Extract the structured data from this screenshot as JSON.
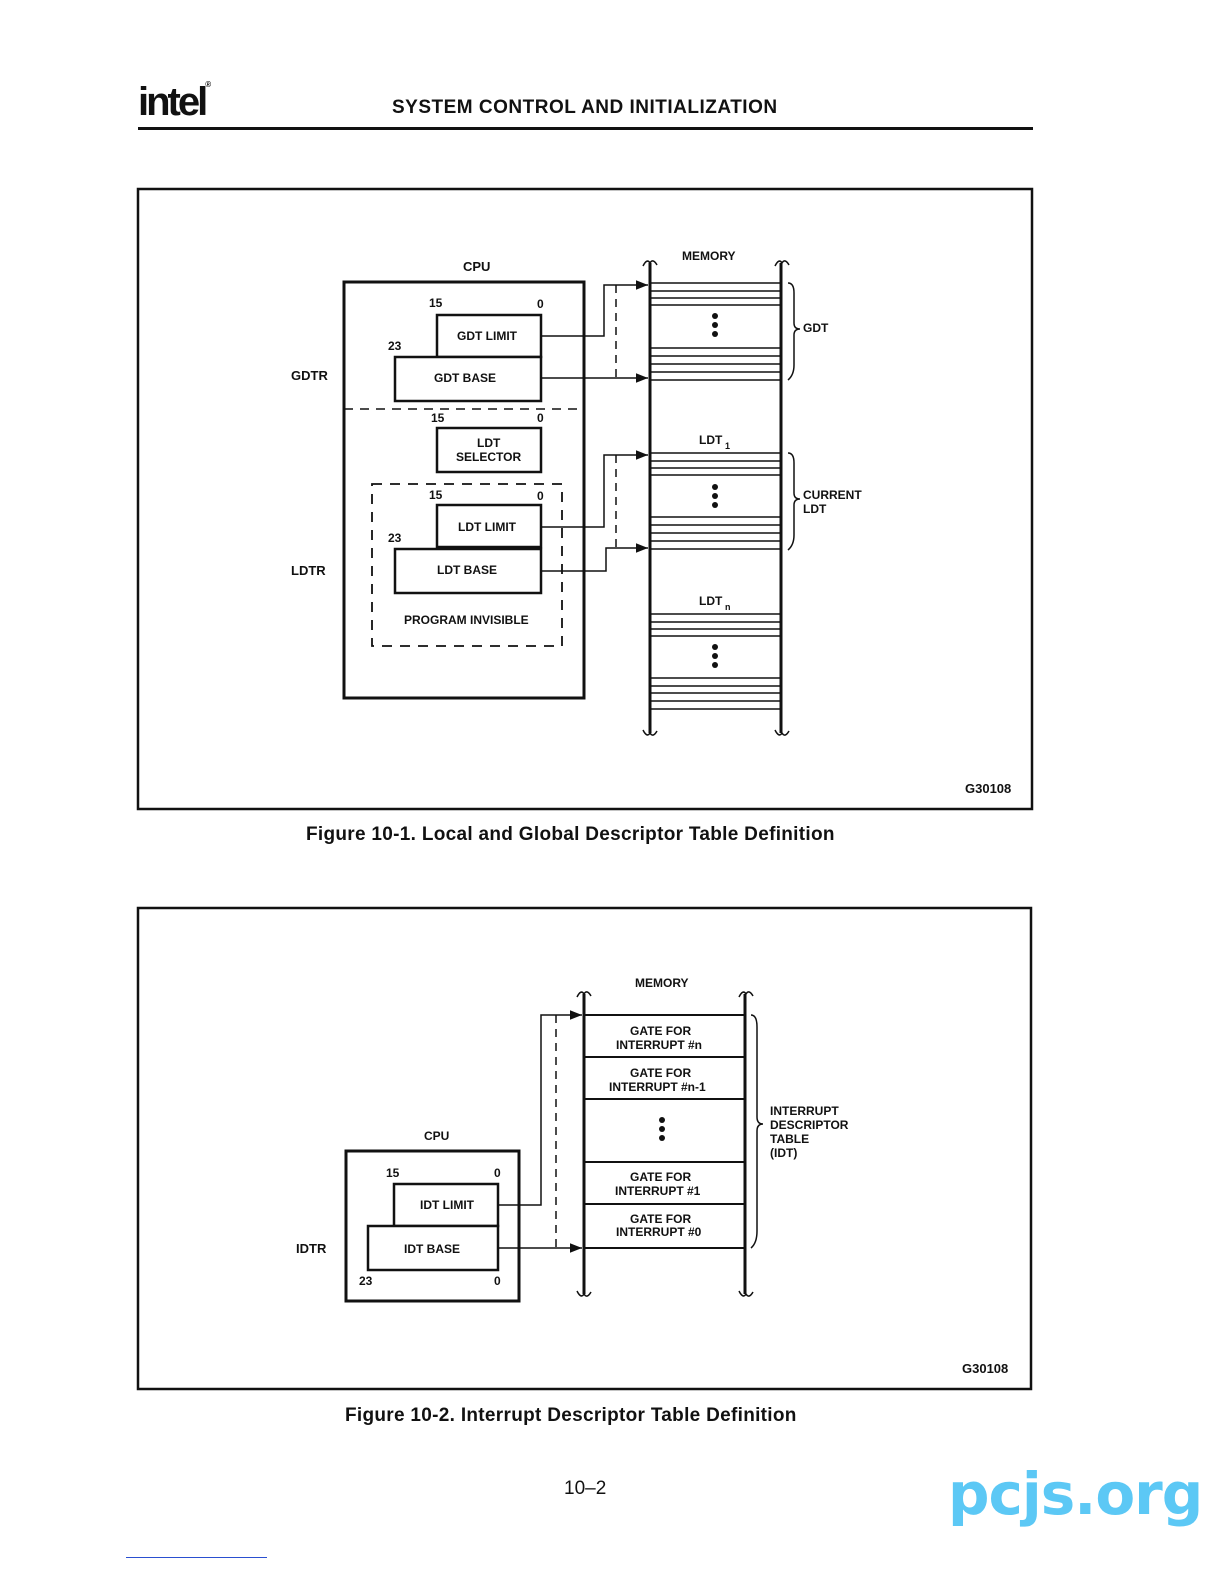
{
  "header": {
    "logo": "intel",
    "title": "SYSTEM CONTROL AND INITIALIZATION"
  },
  "figure1": {
    "caption": "Figure 10-1.  Local and Global Descriptor Table Definition",
    "code": "G30108",
    "cpu_label": "CPU",
    "memory_label": "MEMORY",
    "gdtr_label": "GDTR",
    "ldtr_label": "LDTR",
    "gdt_limit": "GDT LIMIT",
    "gdt_base": "GDT BASE",
    "ldt_selector_line1": "LDT",
    "ldt_selector_line2": "SELECTOR",
    "ldt_limit": "LDT LIMIT",
    "ldt_base": "LDT BASE",
    "program_invisible": "PROGRAM INVISIBLE",
    "bit15": "15",
    "bit0": "0",
    "bit23": "23",
    "gdt_label": "GDT",
    "current_ldt_line1": "CURRENT",
    "current_ldt_line2": "LDT",
    "ldt1_base": "LDT",
    "ldt1_sub": "1",
    "ldtn_base": "LDT",
    "ldtn_sub": "n"
  },
  "figure2": {
    "caption": "Figure 10-2.  Interrupt Descriptor Table Definition",
    "code": "G30108",
    "cpu_label": "CPU",
    "memory_label": "MEMORY",
    "idtr_label": "IDTR",
    "idt_limit": "IDT LIMIT",
    "idt_base": "IDT BASE",
    "bit15": "15",
    "bit0": "0",
    "bit23": "23",
    "gate_prefix": "GATE FOR",
    "gate_n": "INTERRUPT #n",
    "gate_n1": "INTERRUPT #n-1",
    "gate_1": "INTERRUPT #1",
    "gate_0": "INTERRUPT #0",
    "idt_line1": "INTERRUPT",
    "idt_line2": "DESCRIPTOR",
    "idt_line3": "TABLE",
    "idt_line4": "(IDT)"
  },
  "page_number": "10–2",
  "watermark": "pcjs.org"
}
